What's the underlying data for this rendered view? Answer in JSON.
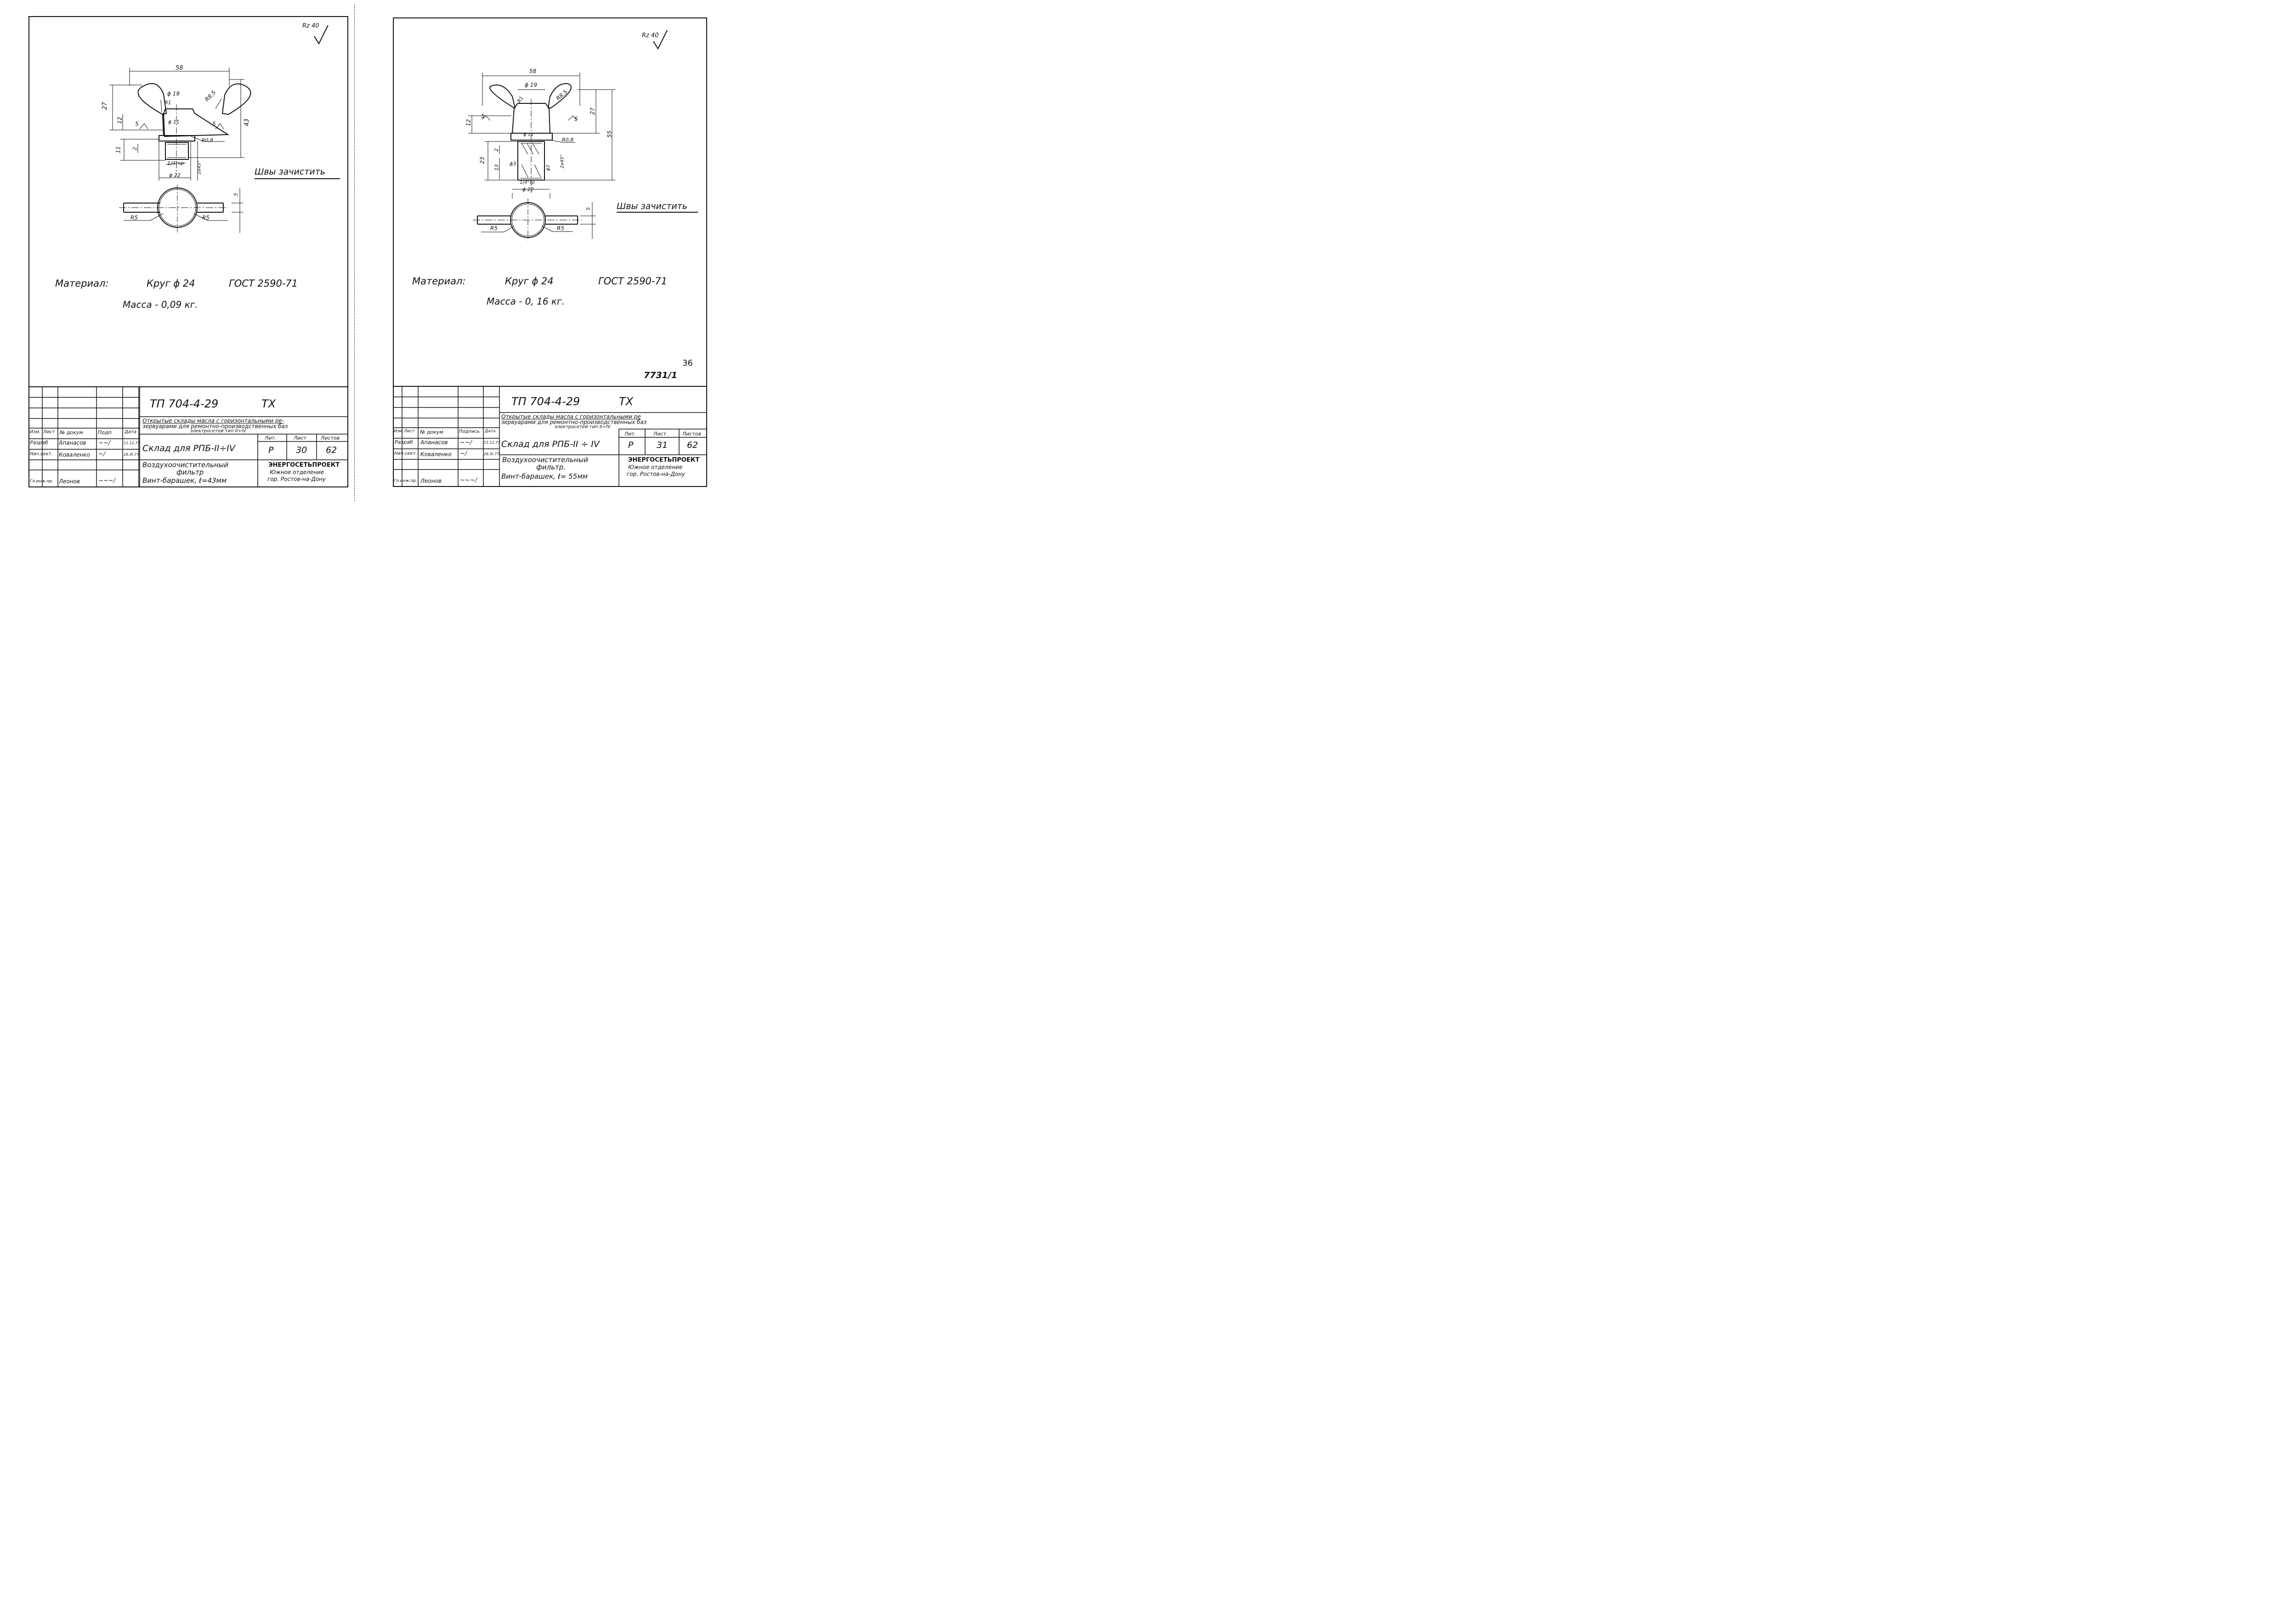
{
  "sheets": [
    {
      "roughness": "Rz 40",
      "dims": {
        "width": "58",
        "hub_dia": "ϕ 19",
        "fillet": "R1",
        "wing_radius": "R8,5",
        "inner_dia": "ϕ 11",
        "wing_height": "27",
        "hub_height": "12",
        "total_height": "43",
        "weld_left": "5",
        "weld_right": "5",
        "thread_len": "11",
        "chamfer_depth": "2",
        "edge_radius": "R0,8",
        "thread": "1/4\"тр",
        "thread_dia": "ϕ 22",
        "chamfer": "2x45°",
        "wing_thickness": "5",
        "plan_r_left": "R5",
        "plan_r_right": "R5"
      },
      "note": "Швы зачистить",
      "material_label": "Материал:",
      "material_value": "Круг  ϕ 24",
      "gost": "ГОСТ  2590-71",
      "mass": "Масса   -  0,09 кг.",
      "title_block": {
        "doc_code": "ТП  704-4-29",
        "code_suffix": "ТХ",
        "project_line1": "Открытые склады масла с горизонтальными ре-",
        "project_line2": "зервуарами для ремонтно-производственных баз",
        "project_line3": "электросетей   тип  II÷IV",
        "object_title": "Склад  для  РПБ-II÷IV",
        "drawing_line1": "Воздухоочистительный",
        "drawing_line2": "фильтр",
        "drawing_line3": "Винт-барашек,  ℓ=43мм",
        "col_izm": "Изм.",
        "col_list": "Лист",
        "col_doc": "№ докум",
        "col_sign": "Подп",
        "col_date": "Дата",
        "row1_role": "Разраб",
        "row1_name": "Апанасов",
        "row1_date": "11.11.77",
        "row2_role": "Нач.сект.",
        "row2_name": "Коваленко",
        "row2_date": "26.XI.77",
        "row3_role": "Гл.инж.пр.",
        "row3_name": "Леонов",
        "lit_label": "Лит.",
        "sheet_label": "Лист",
        "sheets_label": "Листов",
        "lit_value": "Р",
        "sheet_value": "30",
        "sheets_value": "62",
        "org1": "ЭНЕРГОСЕТЬПРОЕКТ",
        "org2": "Южное отделение",
        "org3": "гор. Ростов-на-Дону"
      }
    },
    {
      "roughness": "Rz 40",
      "dims": {
        "width": "58",
        "hub_dia": "ϕ 19",
        "fillet": "R1",
        "wing_radius": "R8,5",
        "weld_left": "5",
        "weld_right": "5",
        "hub_height": "12",
        "wing_height": "27",
        "total_height": "55",
        "inner_dia": "ϕ 11",
        "edge_radius": "R0,8",
        "thread_len": "23",
        "chamfer_depth": "2",
        "hole_offset": "13",
        "hole_dia": "ϕ3",
        "hole_dia_right": "ϕ3",
        "chamfer": "2x45°",
        "thread": "1/4\"тр",
        "thread_dia": "ϕ 22",
        "wing_thickness": "5",
        "plan_r_left": "R5",
        "plan_r_right": "R5"
      },
      "note": "Швы зачистить",
      "material_label": "Материал:",
      "material_value": "Круг    ϕ  24",
      "gost": "ГОСТ  2590-71",
      "mass": "Масса   -   0, 16 кг.",
      "page_number": "36",
      "inventory": "7731/1",
      "title_block": {
        "doc_code": "ТП  704-4-29",
        "code_suffix": "ТХ",
        "project_line1": "Открытые склады масла с горизонтальными ре",
        "project_line2": "зервуарами для ремонтно-производственных баз",
        "project_line3": "электросетей   тип  II÷IV",
        "object_title": "Склад  для  РПБ-II ÷ IV",
        "drawing_line1": "Воздухоочистительный",
        "drawing_line2": "фильтр.",
        "drawing_line3": "Винт-барашек,  ℓ= 55мм",
        "col_izm": "Изм.",
        "col_list": "Лист",
        "col_doc": "№ докум",
        "col_sign": "Подпись",
        "col_date": "Дата",
        "row1_role": "Разраб",
        "row1_name": "Апанасов",
        "row1_date": "11.11.77",
        "row2_role": "Нач.сект.",
        "row2_name": "Коваленко",
        "row2_date": "26.XI.77",
        "row3_role": "Гл.инж.пр.",
        "row3_name": "Леонов",
        "lit_label": "Лит.",
        "sheet_label": "Лист",
        "sheets_label": "Листов",
        "lit_value": "Р",
        "sheet_value": "31",
        "sheets_value": "62",
        "org1": "ЭНЕРГОСЕТЬПРОЕКТ",
        "org2": "Южное отделение",
        "org3": "гор. Ростов-на-Дону"
      }
    }
  ]
}
